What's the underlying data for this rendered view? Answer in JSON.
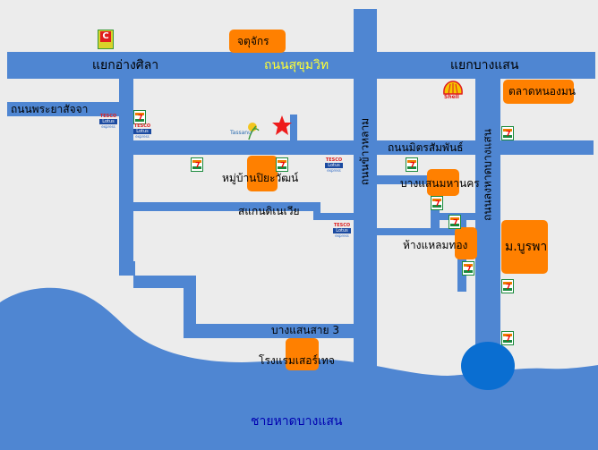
{
  "roads": {
    "sukhumvit": "ถนนสุขุมวิท",
    "ang_sila_junction": "แยกอ่างศิลา",
    "bang_saen_junction": "แยกบางแสน",
    "phraya_satcha": "ถนนพระยาสัจจา",
    "mit_samphan": "ถนนมิตรสัมพันธ์",
    "kham_samran": "ถนนข้าวหลาม",
    "long_hat_bang_saen": "ถนนลงหาดบางแสน",
    "sanam_kila": "สแกนดิเนเวีย",
    "bang_saen_sai_3": "บางแสนสาย 3"
  },
  "places": {
    "jatujak": "จตุจักร",
    "nong_mon_market": "ตลาดหนองมน",
    "moo_ban": "หมู่บ้านปิยะวัฒน์",
    "bang_saen_mahanakhon": "บางแสนมหานคร",
    "laem_thong": "ห้างแหลมทอง",
    "burapha_university": "ม.บูรพา",
    "hotel": "โรงแรมเสอร์เทจ",
    "beach": "ชายหาดบางแสน",
    "shell": "Shell",
    "tassanu": "Tassanu"
  },
  "icons": {
    "seven_eleven": "7",
    "tesco_top": "TESCO",
    "tesco_mid": "Lotus",
    "tesco_bot": "express",
    "big_c": "C"
  },
  "colors": {
    "road": "#4f86d2",
    "landmark": "#ff8000",
    "star": "#ee1c1c",
    "sea": "#4f86d2",
    "lake": "#0a6ed1"
  }
}
